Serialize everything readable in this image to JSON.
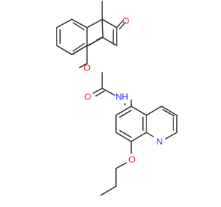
{
  "atoms": {
    "carbonyl_oxygen": "O",
    "ring_oxygen": "O",
    "amide_oxygen": "O",
    "amide_nitrogen": "N",
    "amide_hydrogen": "H",
    "quinoline_nitrogen": "N",
    "ether_oxygen": "O"
  },
  "colors": {
    "bond": "#3a3a3a",
    "oxygen": "#e8221b",
    "nitrogen": "#2a2af0",
    "carbon_label": "#3a3a3a"
  }
}
